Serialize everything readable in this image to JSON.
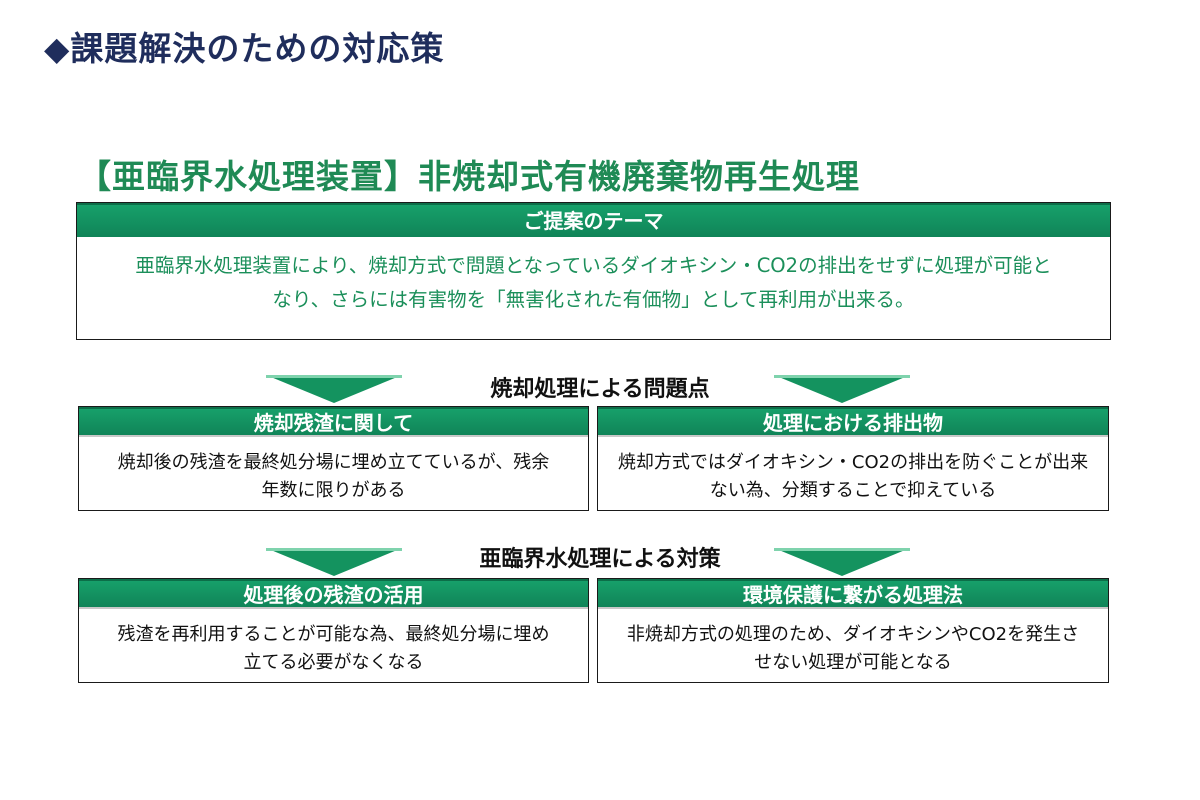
{
  "page_title": "◆課題解決のための対応策",
  "section_heading": "【亜臨界水処理装置】非焼却式有機廃棄物再生処理",
  "theme": {
    "header": "ご提案のテーマ",
    "line1": "亜臨界水処理装置により、焼却方式で問題となっているダイオキシン・CO2の排出をせずに処理が可能と",
    "line2": "なり、さらには有害物を「無害化された有価物」として再利用が出来る。"
  },
  "problems": {
    "label": "焼却処理による問題点",
    "left": {
      "header": "焼却残渣に関して",
      "line1": "焼却後の残渣を最終処分場に埋め立てているが、残余",
      "line2": "年数に限りがある"
    },
    "right": {
      "header": "処理における排出物",
      "line1": "焼却方式ではダイオキシン・CO2の排出を防ぐことが出来",
      "line2": "ない為、分類することで抑えている"
    }
  },
  "solutions": {
    "label": "亜臨界水処理による対策",
    "left": {
      "header": "処理後の残渣の活用",
      "line1": "残渣を再利用することが可能な為、最終処分場に埋め",
      "line2": "立てる必要がなくなる"
    },
    "right": {
      "header": "環境保護に繋がる処理法",
      "line1": "非焼却方式の処理のため、ダイオキシンやCO2を発生さ",
      "line2": "せない処理が可能となる"
    }
  },
  "colors": {
    "title": "#1f2d5c",
    "accent_green": "#1f8a55",
    "header_green": "#14935f"
  }
}
